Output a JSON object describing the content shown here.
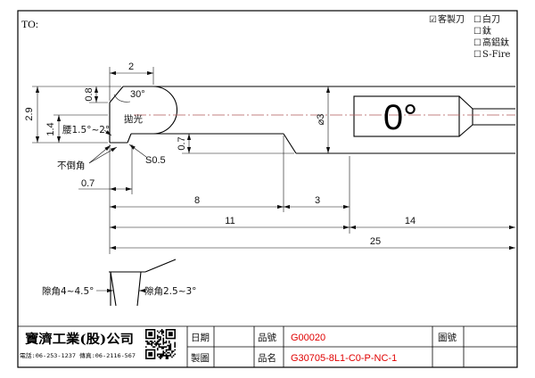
{
  "sheet": {
    "to_label": "TO:"
  },
  "coating_options": [
    {
      "label": "客製刀",
      "checked": true
    },
    {
      "label": "白刀",
      "checked": false
    },
    {
      "label": "鈦",
      "checked": false
    },
    {
      "label": "高鋁鈦",
      "checked": false
    },
    {
      "label": "S-Fire",
      "checked": false
    }
  ],
  "drawing": {
    "dimensions": {
      "head_width": "2",
      "chamfer_height": "0.8",
      "chamfer_angle": "30°",
      "total_height": "2.9",
      "half_height": "1.4",
      "diameter": "⌀3",
      "neck_step": "0.7",
      "tip_land": "0.7",
      "neck_length": "8",
      "taper_length": "3",
      "head_to_flat": "11",
      "flat_length": "14",
      "overall_length": "25"
    },
    "notes": {
      "waist_angle": "腰1.5°~2°",
      "polish": "拋光",
      "no_chamfer": "不倒角",
      "corner_radius": "S0.5",
      "flat_angle": "0°"
    },
    "clearance_detail": {
      "left": "隙角4~4.5°",
      "right": "隙角2.5~3°"
    },
    "colors": {
      "line": "#000000",
      "centerline": "#b05a5a"
    }
  },
  "title_block": {
    "company": "寶濟工業(股)公司",
    "contact": "電話:06-253-1237 傳真:06-2116-567",
    "date_label": "日期",
    "drafter_label": "製圖",
    "part_no_label": "品號",
    "part_no": "G00020",
    "part_name_label": "品名",
    "part_name": "G30705-8L1-C0-P-NC-1",
    "drawing_no_label": "圖號",
    "value_color": "#e00000"
  }
}
